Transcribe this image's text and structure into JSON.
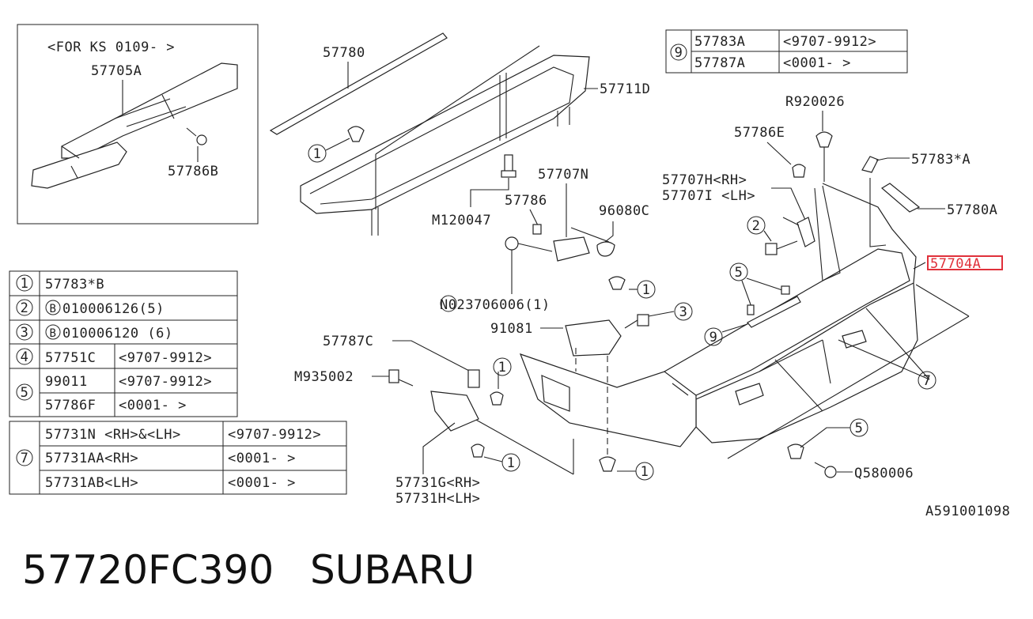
{
  "diagram": {
    "labels": {
      "inset_note": "<FOR KS 0109-      >",
      "inset_57705A": "57705A",
      "inset_57786B": "57786B",
      "p57780": "57780",
      "p57711D": "57711D",
      "pR920026": "R920026",
      "p57786E": "57786E",
      "p57783A": "57783*A",
      "p57780A": "57780A",
      "p57707N": "57707N",
      "p57786": "57786",
      "p96080C": "96080C",
      "pM120047": "M120047",
      "p57707H": "57707H<RH>",
      "p57707I": "57707I <LH>",
      "p57704A": "57704A",
      "pN023706006": "N023706006(1)",
      "p91081": "91081",
      "p57787C": "57787C",
      "pM935002": "M935002",
      "p57731G": "57731G<RH>",
      "p57731H": "57731H<LH>",
      "pQ580006": "Q580006",
      "diagram_id": "A591001098",
      "c1": "1",
      "c2": "2",
      "c3": "3",
      "c5": "5",
      "c7": "7",
      "c9": "9"
    },
    "legend_left": {
      "r1_num": "1",
      "r1_part": "57783*B",
      "r2_num": "2",
      "r2_part": "010006126(5)",
      "r3_num": "3",
      "r3_part": "010006120 (6)",
      "r4_num": "4",
      "r4_part": "57751C",
      "r4_date": "<9707-9912>",
      "r5_num": "5",
      "r5a_part": "99011",
      "r5a_date": "<9707-9912>",
      "r5b_part": "57786F",
      "r5b_date": "<0001-      >",
      "bolt_b": "B"
    },
    "legend_7": {
      "num": "7",
      "r1_part": "57731N <RH>&<LH>",
      "r1_date": "<9707-9912>",
      "r2_part": "57731AA<RH>",
      "r2_date": "<0001-      >",
      "r3_part": "57731AB<LH>",
      "r3_date": "<0001-      >"
    },
    "legend_9": {
      "num": "9",
      "r1_part": "57783A",
      "r1_date": "<9707-9912>",
      "r2_part": "57787A",
      "r2_date": "<0001-      >"
    },
    "highlight_color": "#e0303a"
  },
  "footer": {
    "part_number": "57720FC390",
    "brand": "SUBARU"
  }
}
